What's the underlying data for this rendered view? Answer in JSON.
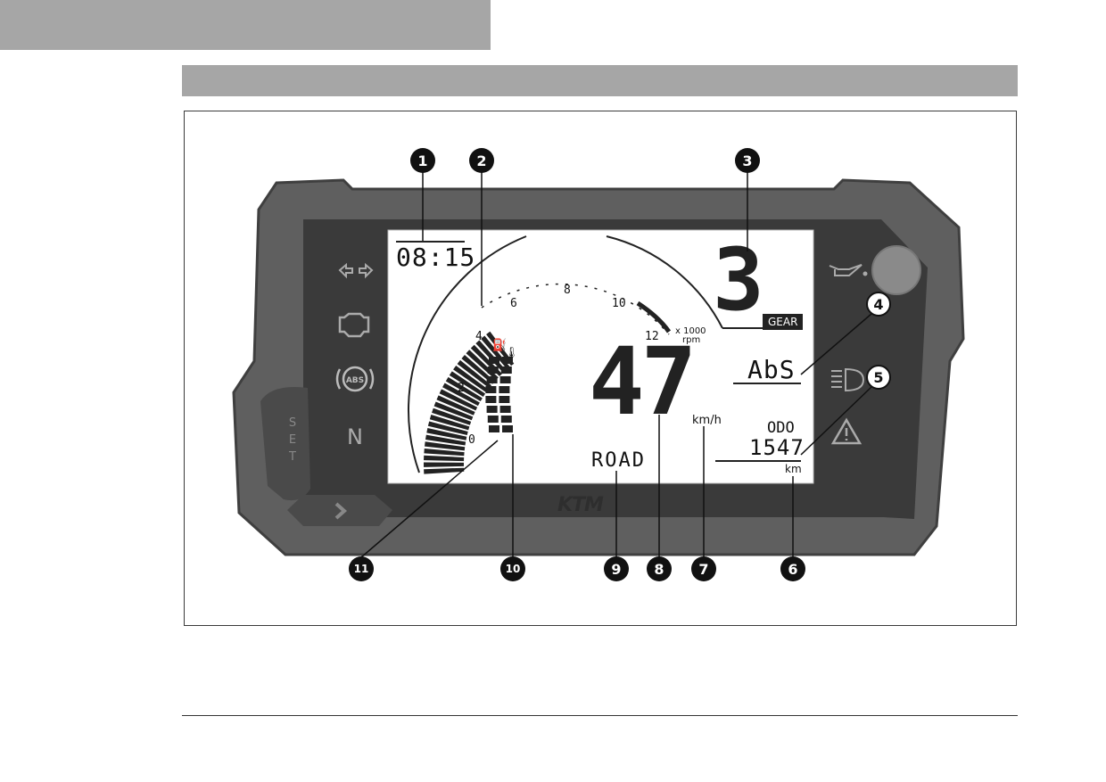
{
  "dashboard": {
    "time": "08:15",
    "gear": "3",
    "gear_label": "GEAR",
    "abs_status": "AbS",
    "speed": "47",
    "speed_unit": "km/h",
    "odo_label": "ODO",
    "odometer": "1547",
    "distance_unit": "km",
    "ride_mode": "ROAD",
    "rpm_unit_multiplier": "x 1000",
    "rpm_unit": "rpm",
    "rpm_ticks": [
      "0",
      "2",
      "4",
      "6",
      "8",
      "10",
      "12"
    ],
    "neutral": "N",
    "set_button": "SET",
    "next_button": "›",
    "brand": "KTM",
    "abs_icon": "ABS"
  },
  "callouts": [
    "1",
    "2",
    "3",
    "4",
    "5",
    "6",
    "7",
    "8",
    "9",
    "10",
    "11"
  ],
  "icons": [
    "turn-signal-icon",
    "engine-check-icon",
    "abs-warning-icon",
    "oil-pressure-icon",
    "high-beam-icon",
    "warning-triangle-icon",
    "fuel-icon",
    "coolant-temp-icon"
  ]
}
